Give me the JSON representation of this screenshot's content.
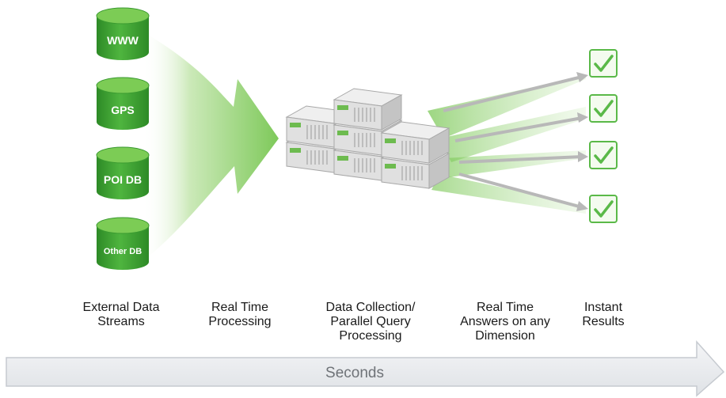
{
  "sources": [
    {
      "label": "WWW"
    },
    {
      "label": "GPS"
    },
    {
      "label": "POI DB"
    },
    {
      "label": "Other DB"
    }
  ],
  "stages": [
    {
      "label": "External Data\nStreams"
    },
    {
      "label": "Real Time\nProcessing"
    },
    {
      "label": "Data Collection/\nParallel Query\nProcessing"
    },
    {
      "label": "Real Time\nAnswers on any\nDimension"
    },
    {
      "label": "Instant\nResults"
    }
  ],
  "timeline": {
    "label": "Seconds"
  },
  "results_count": 4,
  "colors": {
    "db_green": "#3fa535",
    "db_top": "#7ccc55",
    "flow_green": "#8fd06b",
    "check_green": "#5ab948",
    "arrow_gray": "#b8b8b8",
    "server_gray": "#d6d6d6"
  }
}
